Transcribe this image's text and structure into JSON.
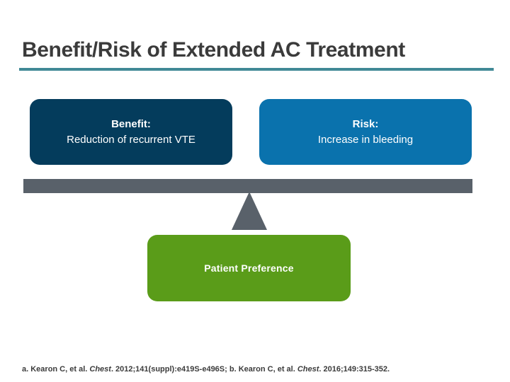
{
  "slide": {
    "title": "Benefit/Risk of Extended AC Treatment",
    "accent_color": "#418996",
    "background_color": "#ffffff"
  },
  "balance": {
    "benefit_pan": {
      "heading": "Benefit:",
      "detail": "Reduction of recurrent VTE",
      "color": "#043c5c"
    },
    "risk_pan": {
      "heading": "Risk:",
      "detail": "Increase in bleeding",
      "color": "#0a72ad"
    },
    "beam_color": "#59616a",
    "fulcrum_color": "#59616a"
  },
  "preference": {
    "label": "Patient Preference",
    "color": "#5a9c19"
  },
  "footnote": {
    "ref_a_prefix": "a. Kearon C, et al. ",
    "ref_a_journal": "Chest",
    "ref_a_suffix": ". 2012;141(suppl):e419S-e496S; ",
    "ref_b_prefix": "b. Kearon C, et al. ",
    "ref_b_journal": "Chest",
    "ref_b_suffix": ". 2016;149:315-352."
  }
}
